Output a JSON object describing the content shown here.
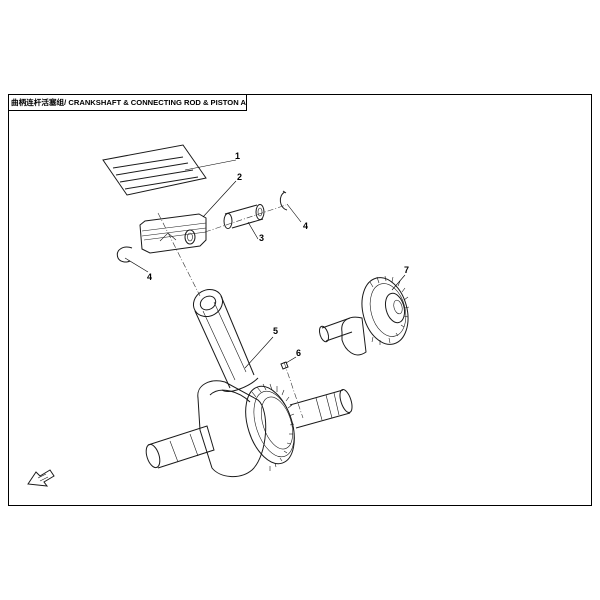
{
  "title": "曲柄连杆活塞组/ CRANKSHAFT & CONNECTING ROD & PISTON ASSY.",
  "callouts": [
    "1",
    "2",
    "3",
    "4",
    "4",
    "5",
    "6",
    "7"
  ],
  "colors": {
    "line": "#1a1a1a",
    "background": "#ffffff"
  }
}
